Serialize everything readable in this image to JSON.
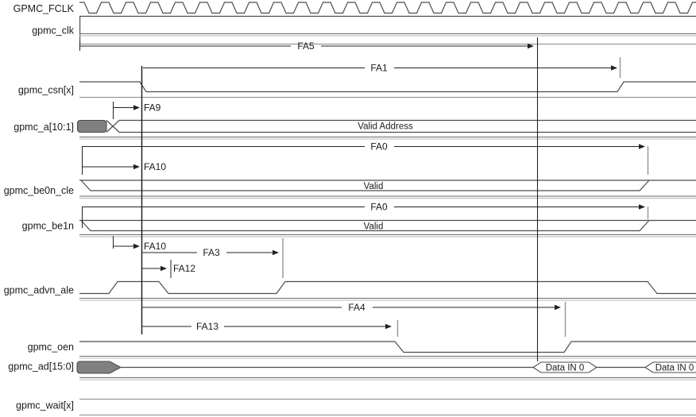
{
  "signals": [
    {
      "name": "GPMC_FCLK"
    },
    {
      "name": "gpmc_clk"
    },
    {
      "name": "gpmc_csn[x]"
    },
    {
      "name": "gpmc_a[10:1]",
      "bus_value": "Valid Address"
    },
    {
      "name": "gpmc_be0n_cle",
      "bus_value": "Valid"
    },
    {
      "name": "gpmc_be1n",
      "bus_value": "Valid"
    },
    {
      "name": "gpmc_advn_ale"
    },
    {
      "name": "gpmc_oen"
    },
    {
      "name": "gpmc_ad[15:0]",
      "bus_values": [
        "Data IN 0",
        "Data IN 0"
      ]
    },
    {
      "name": "gpmc_wait[x]"
    }
  ],
  "timings": [
    {
      "label": "FA5"
    },
    {
      "label": "FA1"
    },
    {
      "label": "FA9"
    },
    {
      "label": "FA0"
    },
    {
      "label": "FA10"
    },
    {
      "label": "FA0"
    },
    {
      "label": "FA10"
    },
    {
      "label": "FA3"
    },
    {
      "label": "FA12"
    },
    {
      "label": "FA4"
    },
    {
      "label": "FA13"
    }
  ],
  "colors": {
    "signal": "#4d4d4d",
    "dimension": "#222222",
    "shadow_dark": "#6a6a6a",
    "shadow_light": "#b5b5b5",
    "dont_care_fill": "#808080",
    "background": "#ffffff"
  }
}
